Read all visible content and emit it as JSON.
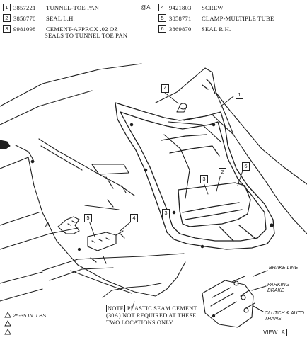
{
  "legend": {
    "items": [
      {
        "num": "1",
        "part": "3857221",
        "desc": "TUNNEL-TOE PAN"
      },
      {
        "num": "2",
        "part": "3858770",
        "desc": "SEAL L.H."
      },
      {
        "num": "3",
        "part": "9981098",
        "desc": "CEMENT-APPROX .02 OZ",
        "desc2": "SEALS TO TUNNEL TOE PAN"
      },
      {
        "num": "4",
        "part": "9421803",
        "desc": "SCREW"
      },
      {
        "num": "5",
        "part": "3858771",
        "desc": "CLAMP-MULTIPLE TUBE"
      },
      {
        "num": "6",
        "part": "3869870",
        "desc": "SEAL R.H."
      }
    ],
    "mark": "@A"
  },
  "labels": {
    "brake_line": "BRAKE LINE",
    "parking_brake": "PARKING BRAKE",
    "clutch": "CLUTCH & AUTO. TRANS.",
    "letter_a": "A"
  },
  "callouts": [
    "1",
    "2",
    "3",
    "3",
    "4",
    "4",
    "5",
    "6"
  ],
  "note": {
    "tag": "NOTE",
    "line1": "PLASTIC SEAM CEMENT",
    "line2": "(30A) NOT REQUIRED AT THESE",
    "line3": "TWO LOCATIONS ONLY."
  },
  "torque": "25-35 IN. LBS.",
  "view": {
    "label": "VIEW",
    "letter": "A"
  }
}
